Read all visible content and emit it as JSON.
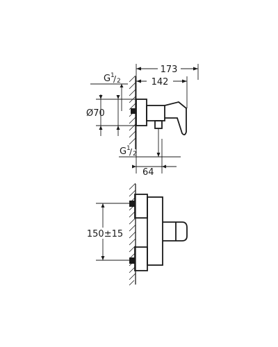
{
  "dimensions": {
    "overall_width": "173",
    "mount_width": "142",
    "thread_top": {
      "prefix": "G",
      "num": "1",
      "den": "2"
    },
    "diameter": "Ø70",
    "thread_bottom": {
      "prefix": "G",
      "num": "1",
      "den": "2"
    },
    "outlet_offset": "64",
    "center_distance": "150±15"
  },
  "colors": {
    "line": "#1a1a1a",
    "background": "#ffffff"
  }
}
